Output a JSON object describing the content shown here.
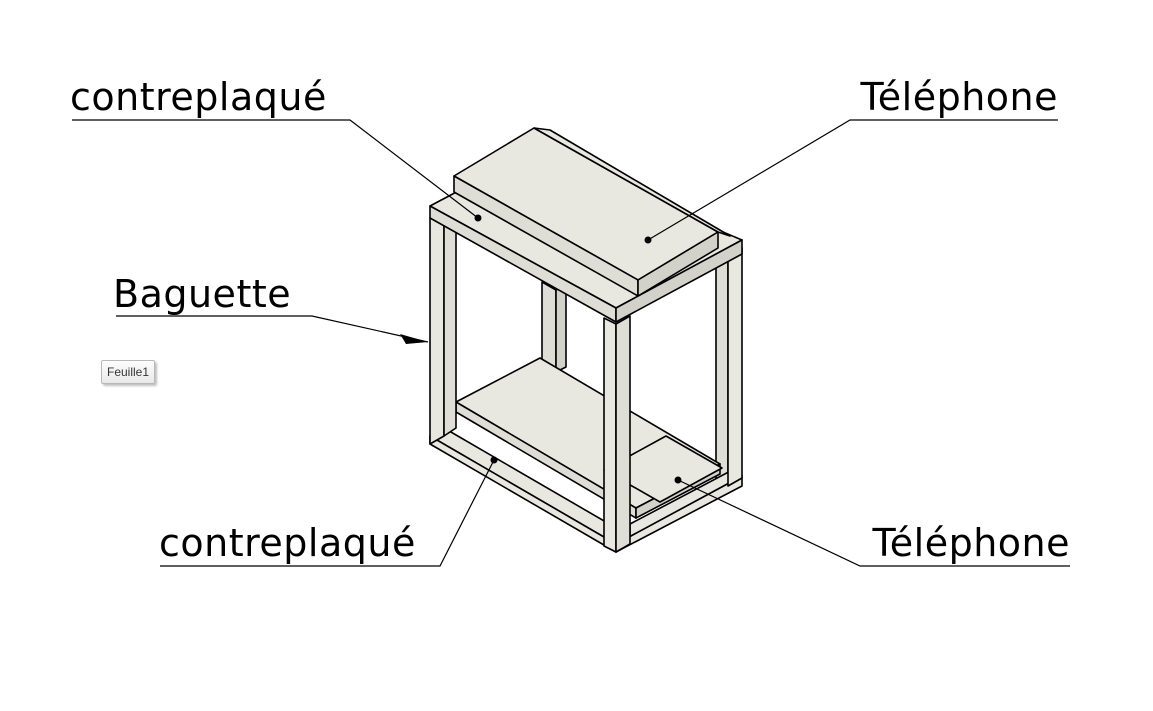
{
  "callouts": {
    "top_left": "contreplaqué",
    "top_right": "Téléphone",
    "middle_left": "Baguette",
    "bottom_left": "contreplaqué",
    "bottom_right": "Téléphone"
  },
  "sheet_tab": {
    "label": "Feuille1"
  },
  "colors": {
    "part_fill": "#e8e8e0",
    "line": "#000000",
    "background": "#ffffff"
  }
}
